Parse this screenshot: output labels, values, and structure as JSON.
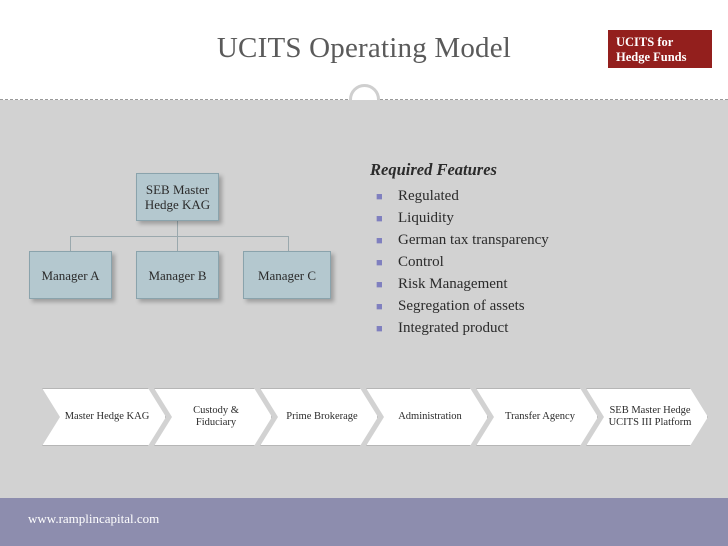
{
  "header": {
    "title": "UCITS Operating Model",
    "logo_line1": "UCITS for",
    "logo_line2": "Hedge Funds",
    "logo_color": "#931f1d"
  },
  "org_chart": {
    "nodes": [
      {
        "id": "master",
        "label": "SEB Master Hedge KAG"
      },
      {
        "id": "manager_a",
        "label": "Manager A"
      },
      {
        "id": "manager_b",
        "label": "Manager B"
      },
      {
        "id": "manager_c",
        "label": "Manager C"
      }
    ],
    "node_color": "#b4c8cf"
  },
  "features": {
    "title": "Required Features",
    "bullet_glyph": "■",
    "bullet_color": "#7f7fbf",
    "items": [
      "Regulated",
      "Liquidity",
      "German tax transparency",
      "Control",
      "Risk Management",
      "Segregation of assets",
      "Integrated product"
    ]
  },
  "process": {
    "steps": [
      "Master Hedge KAG",
      "Custody & Fiduciary",
      "Prime Brokerage",
      "Administration",
      "Transfer Agency",
      "SEB Master Hedge UCITS III Platform"
    ]
  },
  "footer": {
    "url": "www.ramplincapital.com",
    "background": "#8d8dae"
  }
}
